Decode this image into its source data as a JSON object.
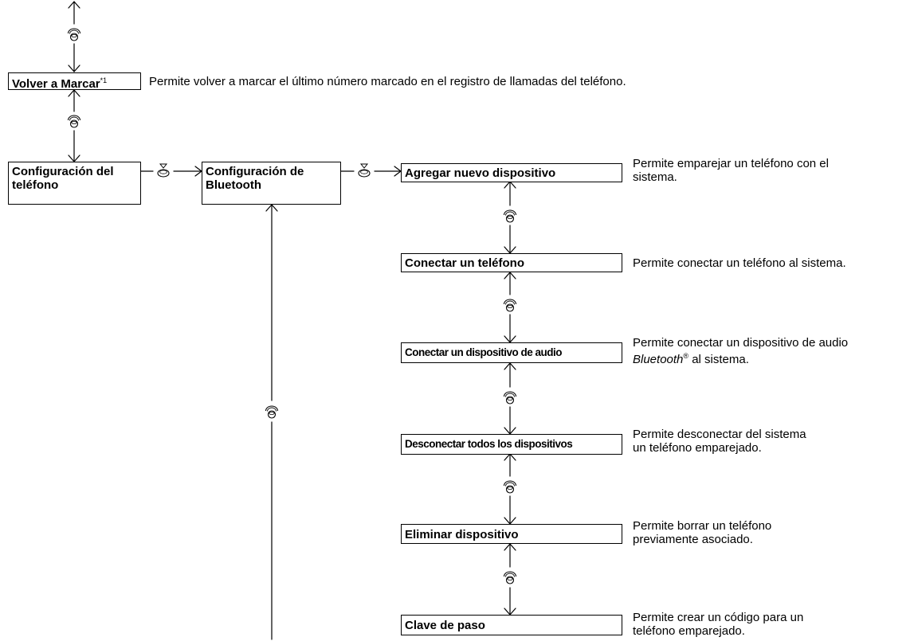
{
  "menu": {
    "redial": {
      "label": "Volver a Marcar",
      "footnote": "*1",
      "description": "Permite volver a marcar el último número marcado en el registro de llamadas del teléfono."
    },
    "phone_settings": {
      "label_line1": "Configuración del",
      "label_line2": "teléfono"
    },
    "bluetooth_settings": {
      "label_line1": "Configuración de",
      "label_line2": "Bluetooth"
    },
    "items": [
      {
        "label": "Agregar nuevo dispositivo",
        "description_line1": "Permite emparejar un teléfono con el",
        "description_line2": "sistema."
      },
      {
        "label": "Conectar un teléfono",
        "description_line1": "Permite conectar un teléfono al sistema.",
        "description_line2": ""
      },
      {
        "label": "Conectar un dispositivo de audio",
        "description_line1": "Permite conectar un dispositivo de audio",
        "description_line2_italic": "Bluetooth",
        "description_line2_reg": "®",
        "description_line2_rest": " al sistema."
      },
      {
        "label": "Desconectar todos los dispositivos",
        "description_line1": "Permite desconectar del sistema",
        "description_line2": "un teléfono emparejado."
      },
      {
        "label": "Eliminar dispositivo",
        "description_line1": "Permite borrar un teléfono",
        "description_line2": "previamente asociado."
      },
      {
        "label": "Clave de paso",
        "description_line1": "Permite crear un código para un",
        "description_line2": "teléfono emparejado."
      }
    ]
  },
  "icons": {
    "rotate": "rotate-knob-icon",
    "press": "press-knob-icon"
  },
  "colors": {
    "line": "#000000",
    "background": "#ffffff"
  }
}
